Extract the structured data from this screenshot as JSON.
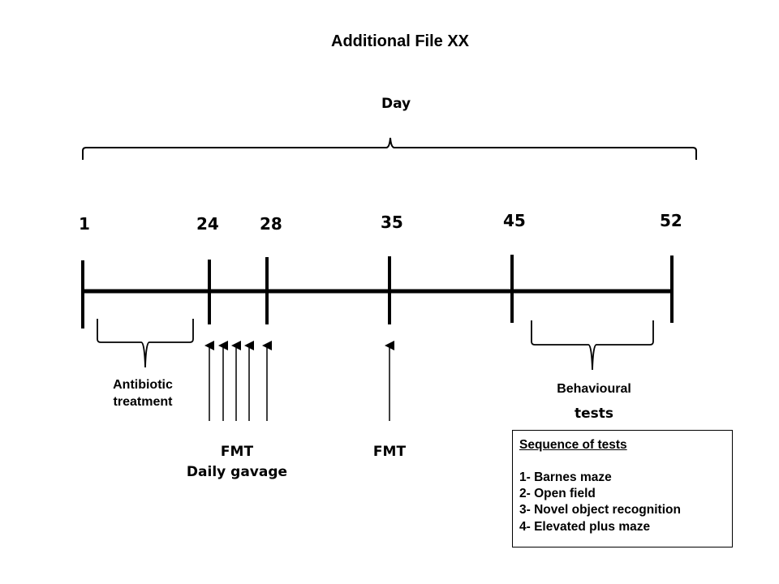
{
  "title": "Additional File XX",
  "axis_label": "Day",
  "colors": {
    "stroke": "#000000",
    "background": "#ffffff"
  },
  "ticks": [
    {
      "label": "1"
    },
    {
      "label": "24"
    },
    {
      "label": "28"
    },
    {
      "label": "35"
    },
    {
      "label": "45"
    },
    {
      "label": "52"
    }
  ],
  "annotations": {
    "antibiotic": [
      "Antibiotic",
      "treatment"
    ],
    "behavioural": [
      "Behavioural",
      "tests"
    ],
    "fmt_daily": [
      "FMT",
      "Daily gavage"
    ],
    "fmt_single": "FMT"
  },
  "sequence_box": {
    "heading": "Sequence of tests",
    "items": [
      "1- Barnes maze",
      "2- Open field",
      "3- Novel object recognition",
      "4- Elevated plus maze"
    ]
  }
}
